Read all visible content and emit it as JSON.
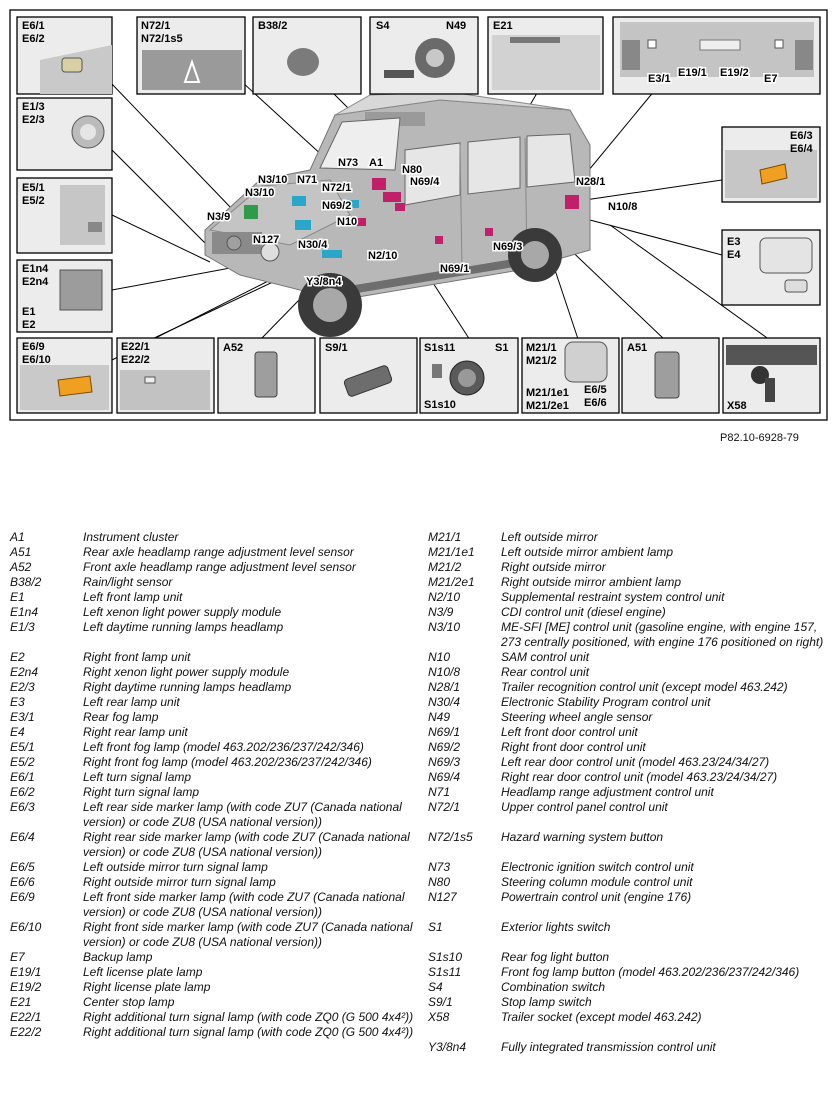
{
  "figure": {
    "reference": "P82.10-6928-79",
    "callouts": {
      "e6_1": "E6/1",
      "e6_2": "E6/2",
      "n72_1": "N72/1",
      "n72_1s5": "N72/1s5",
      "b38_2": "B38/2",
      "s4": "S4",
      "n49": "N49",
      "e21": "E21",
      "e3_1": "E3/1",
      "e19_1": "E19/1",
      "e19_2": "E19/2",
      "e7": "E7",
      "e1_3": "E1/3",
      "e2_3": "E2/3",
      "e5_1": "E5/1",
      "e5_2": "E5/2",
      "e6_3": "E6/3",
      "e6_4": "E6/4",
      "e3": "E3",
      "e4": "E4",
      "e1n4": "E1n4",
      "e2n4": "E2n4",
      "e1": "E1",
      "e2": "E2",
      "e6_9": "E6/9",
      "e6_10": "E6/10",
      "e22_1": "E22/1",
      "e22_2": "E22/2",
      "a52": "A52",
      "s9_1": "S9/1",
      "s1s11": "S1s11",
      "s1": "S1",
      "s1s10": "S1s10",
      "m21_1": "M21/1",
      "m21_2": "M21/2",
      "m21_1e1": "M21/1e1",
      "m21_2e1": "M21/2e1",
      "e6_5": "E6/5",
      "e6_6": "E6/6",
      "a51": "A51",
      "x58": "X58",
      "n73": "N73",
      "a1": "A1",
      "n80": "N80",
      "n69_4": "N69/4",
      "n3_10a": "N3/10",
      "n71": "N71",
      "n3_10b": "N3/10",
      "n72_1c": "N72/1",
      "n3_9": "N3/9",
      "n69_2": "N69/2",
      "n10": "N10",
      "n127": "N127",
      "n30_4": "N30/4",
      "n2_10": "N2/10",
      "y3_8n4": "Y3/8n4",
      "n69_1": "N69/1",
      "n69_3": "N69/3",
      "n28_1": "N28/1",
      "n10_8": "N10/8"
    }
  },
  "legend": {
    "left": [
      {
        "code": "A1",
        "desc": "Instrument cluster"
      },
      {
        "code": "A51",
        "desc": "Rear axle headlamp range adjustment level sensor"
      },
      {
        "code": "A52",
        "desc": "Front axle headlamp range adjustment level sensor"
      },
      {
        "code": "B38/2",
        "desc": "Rain/light sensor"
      },
      {
        "code": "E1",
        "desc": "Left front lamp unit"
      },
      {
        "code": "E1n4",
        "desc": "Left xenon light power supply module"
      },
      {
        "code": "E1/3",
        "desc": "Left daytime running lamps headlamp"
      },
      {
        "code": "",
        "desc": ""
      },
      {
        "code": "E2",
        "desc": "Right front lamp unit"
      },
      {
        "code": "E2n4",
        "desc": "Right xenon light power supply module"
      },
      {
        "code": "E2/3",
        "desc": "Right daytime running lamps headlamp"
      },
      {
        "code": "E3",
        "desc": "Left rear lamp unit"
      },
      {
        "code": "E3/1",
        "desc": "Rear fog lamp"
      },
      {
        "code": "E4",
        "desc": "Right rear lamp unit"
      },
      {
        "code": "E5/1",
        "desc": "Left front fog lamp (model 463.202/236/237/242/346)"
      },
      {
        "code": "E5/2",
        "desc": "Right front fog lamp (model 463.202/236/237/242/346)"
      },
      {
        "code": "E6/1",
        "desc": "Left turn signal lamp"
      },
      {
        "code": "E6/2",
        "desc": "Right turn signal lamp"
      },
      {
        "code": "E6/3",
        "desc": "Left rear side marker lamp (with code ZU7 (Canada national version) or code ZU8 (USA national version))"
      },
      {
        "code": "E6/4",
        "desc": "Right rear side marker lamp (with code ZU7 (Canada national version) or code ZU8 (USA national version))"
      },
      {
        "code": "E6/5",
        "desc": "Left outside mirror turn signal lamp"
      },
      {
        "code": "E6/6",
        "desc": "Right outside mirror turn signal lamp"
      },
      {
        "code": "E6/9",
        "desc": "Left front side marker lamp (with code ZU7 (Canada national version) or code ZU8 (USA national version))"
      },
      {
        "code": "E6/10",
        "desc": "Right front side marker lamp (with code ZU7 (Canada national version) or code ZU8 (USA national version))"
      },
      {
        "code": "E7",
        "desc": "Backup lamp"
      },
      {
        "code": "E19/1",
        "desc": "Left license plate lamp"
      },
      {
        "code": "E19/2",
        "desc": "Right license plate lamp"
      },
      {
        "code": "E21",
        "desc": "Center stop lamp"
      },
      {
        "code": "E22/1",
        "desc": "Right additional turn signal lamp (with code ZQ0 (G 500 4x4²))"
      },
      {
        "code": "E22/2",
        "desc": "Right additional turn signal lamp (with code ZQ0 (G 500 4x4²))"
      }
    ],
    "right": [
      {
        "code": "M21/1",
        "desc": "Left outside mirror"
      },
      {
        "code": "M21/1e1",
        "desc": "Left outside mirror ambient lamp"
      },
      {
        "code": "M21/2",
        "desc": "Right outside mirror"
      },
      {
        "code": "M21/2e1",
        "desc": "Right outside mirror ambient lamp"
      },
      {
        "code": "N2/10",
        "desc": "Supplemental restraint system control unit"
      },
      {
        "code": "N3/9",
        "desc": "CDI control unit (diesel engine)"
      },
      {
        "code": "N3/10",
        "desc": "ME-SFI [ME] control unit (gasoline engine, with engine 157, 273 centrally positioned, with engine 176 positioned on right)"
      },
      {
        "code": "N10",
        "desc": "SAM control unit"
      },
      {
        "code": "N10/8",
        "desc": "Rear control unit"
      },
      {
        "code": "N28/1",
        "desc": "Trailer recognition control unit (except model 463.242)"
      },
      {
        "code": "N30/4",
        "desc": "Electronic Stability Program control unit"
      },
      {
        "code": "N49",
        "desc": "Steering wheel angle sensor"
      },
      {
        "code": "N69/1",
        "desc": "Left front door control unit"
      },
      {
        "code": "N69/2",
        "desc": "Right front door control unit"
      },
      {
        "code": "N69/3",
        "desc": "Left rear door control unit (model 463.23/24/34/27)"
      },
      {
        "code": "N69/4",
        "desc": "Right rear door control unit (model 463.23/24/34/27)"
      },
      {
        "code": "N71",
        "desc": "Headlamp range adjustment control unit"
      },
      {
        "code": "N72/1",
        "desc": "Upper control panel control unit"
      },
      {
        "code": "",
        "desc": ""
      },
      {
        "code": "N72/1s5",
        "desc": "Hazard warning system button"
      },
      {
        "code": "",
        "desc": ""
      },
      {
        "code": "N73",
        "desc": "Electronic ignition switch control unit"
      },
      {
        "code": "N80",
        "desc": "Steering column module control unit"
      },
      {
        "code": "N127",
        "desc": "Powertrain control unit (engine 176)"
      },
      {
        "code": "",
        "desc": ""
      },
      {
        "code": "S1",
        "desc": "Exterior lights switch"
      },
      {
        "code": "",
        "desc": ""
      },
      {
        "code": "S1s10",
        "desc": "Rear fog light button"
      },
      {
        "code": "S1s11",
        "desc": "Front fog lamp button (model 463.202/236/237/242/346)"
      },
      {
        "code": "S4",
        "desc": "Combination switch"
      },
      {
        "code": "S9/1",
        "desc": "Stop lamp switch"
      },
      {
        "code": "X58",
        "desc": "Trailer socket (except model 463.242)"
      },
      {
        "code": "",
        "desc": ""
      },
      {
        "code": "Y3/8n4",
        "desc": "Fully integrated transmission control unit"
      }
    ]
  },
  "colors": {
    "turn_signal_amber": "#f0a020",
    "module_magenta": "#c0206a",
    "module_cyan": "#2aa6c8",
    "module_green": "#2f9a4a"
  }
}
